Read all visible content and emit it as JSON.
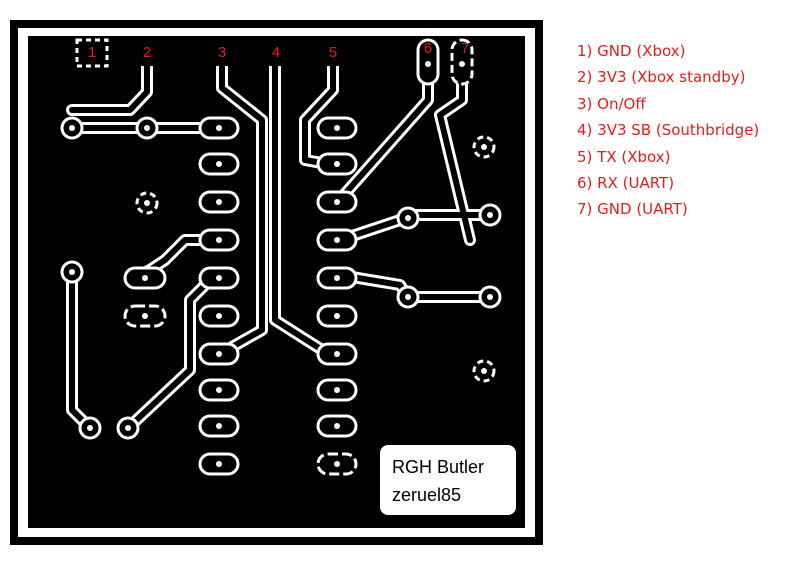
{
  "pin_numbers": [
    "1",
    "2",
    "3",
    "4",
    "5",
    "6",
    "7"
  ],
  "legend": [
    "1) GND (Xbox)",
    "2) 3V3 (Xbox standby)",
    "3) On/Off",
    "4) 3V3 SB (Southbridge)",
    "5) TX (Xbox)",
    "6) RX (UART)",
    "7) GND (UART)"
  ],
  "board_label": {
    "line1": "RGH Butler",
    "line2": "zeruel85"
  },
  "colors": {
    "board": "#000000",
    "copper_outline": "#ffffff",
    "label_red": "#e41c1c"
  }
}
